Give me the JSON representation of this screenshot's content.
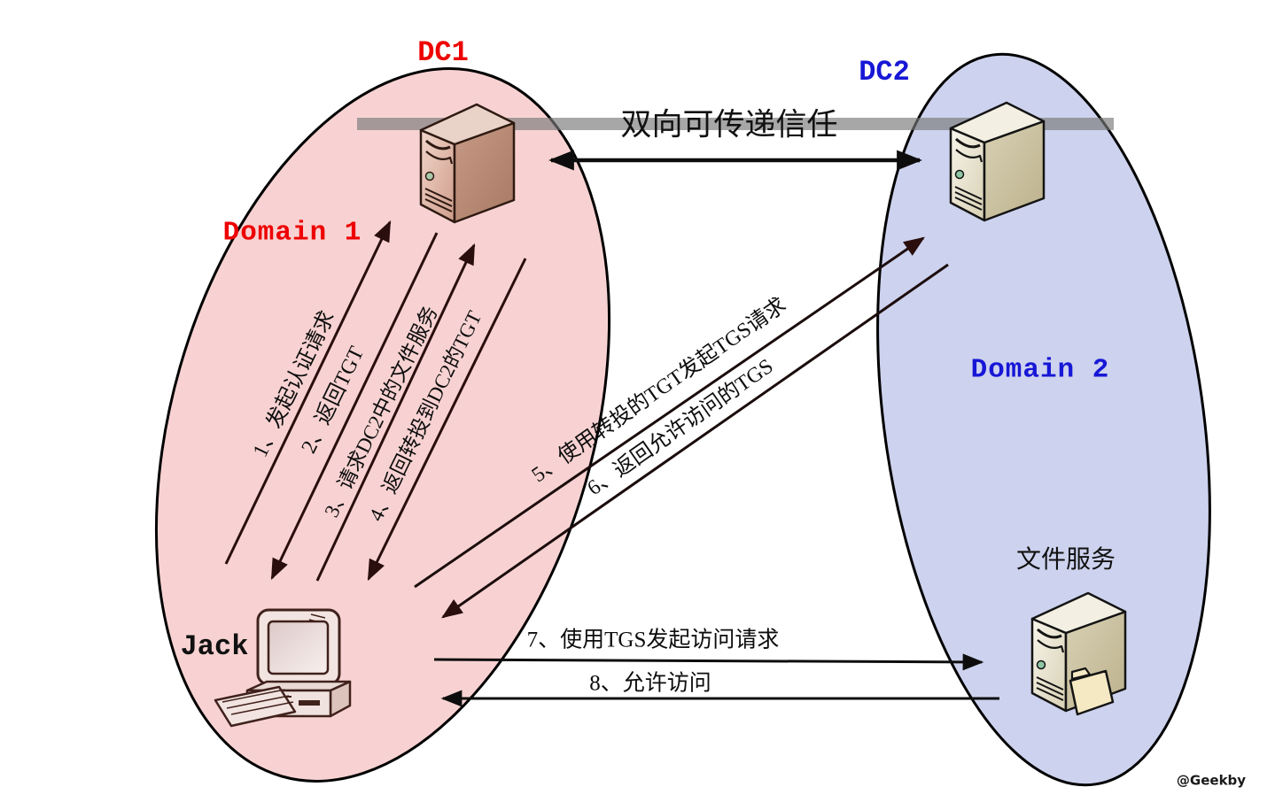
{
  "canvas": {
    "background": "#ffffff"
  },
  "domain1": {
    "label": "Domain 1",
    "dc_label": "DC1",
    "text_color": "#ee0000",
    "fill": "#f8d2d2"
  },
  "domain2": {
    "label": "Domain 2",
    "dc_label": "DC2",
    "text_color": "#1717d6",
    "fill": "#cdd2ee"
  },
  "client": {
    "label": "Jack"
  },
  "file_service": {
    "label": "文件服务"
  },
  "trust_link": {
    "label": "双向可传递信任"
  },
  "flows": [
    {
      "step": 1,
      "label": "1、发起认证请求",
      "from": "Jack",
      "to": "DC1"
    },
    {
      "step": 2,
      "label": "2、返回TGT",
      "from": "DC1",
      "to": "Jack"
    },
    {
      "step": 3,
      "label": "3、请求DC2中的文件服务",
      "from": "Jack",
      "to": "DC1"
    },
    {
      "step": 4,
      "label": "4、返回转投到DC2的TGT",
      "from": "DC1",
      "to": "Jack"
    },
    {
      "step": 5,
      "label": "5、使用转投的TGT发起TGS请求",
      "from": "Jack",
      "to": "DC2"
    },
    {
      "step": 6,
      "label": "6、返回允许访问的TGS",
      "from": "DC2",
      "to": "Jack"
    },
    {
      "step": 7,
      "label": "7、使用TGS发起访问请求",
      "from": "Jack",
      "to": "文件服务"
    },
    {
      "step": 8,
      "label": "8、允许访问",
      "from": "文件服务",
      "to": "Jack"
    }
  ],
  "icons": {
    "dc1": "server-tower-icon",
    "dc2": "server-tower-icon",
    "file_service": "file-server-icon",
    "client": "desktop-computer-icon"
  },
  "watermark": "@Geekby"
}
